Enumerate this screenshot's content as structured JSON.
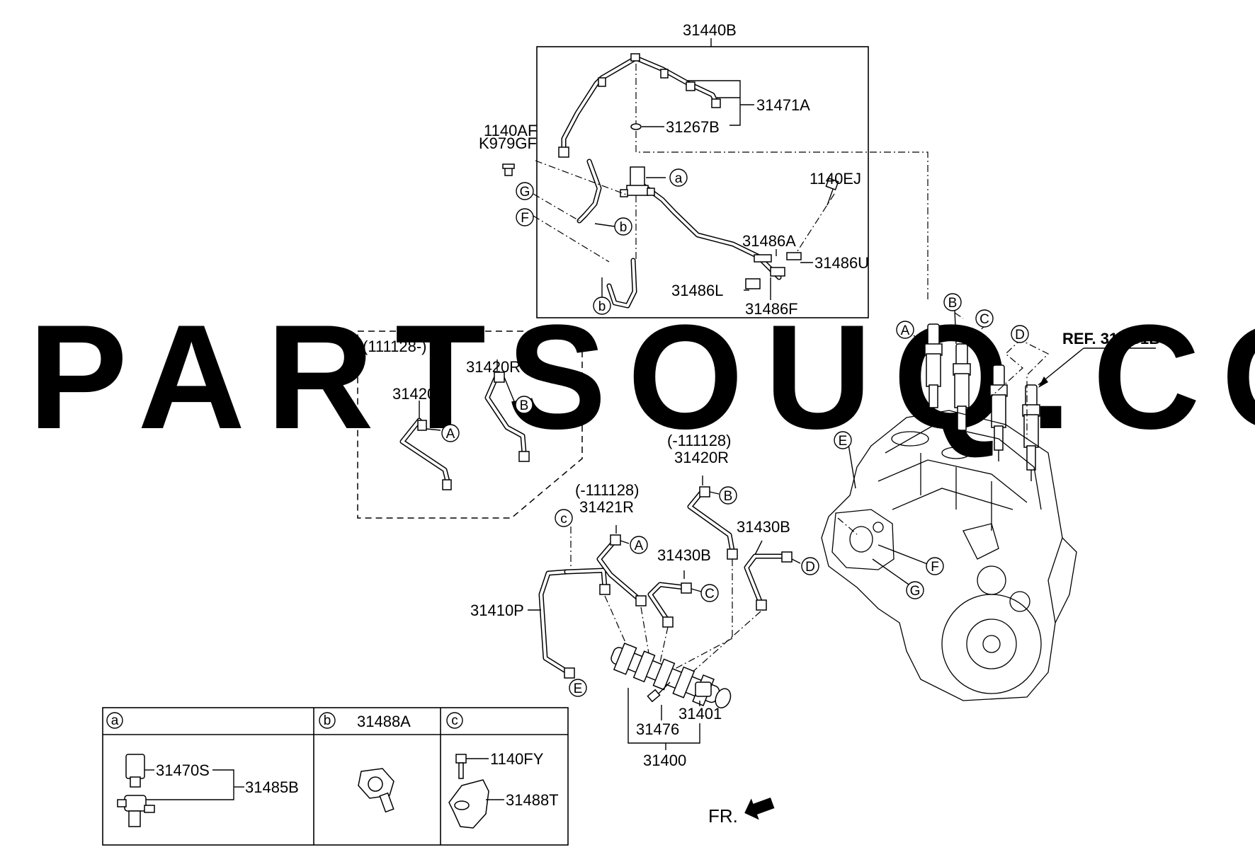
{
  "watermark": "PARTSOUQ.COM",
  "labels": {
    "l_31440B": "31440B",
    "l_31471A": "31471A",
    "l_31267B": "31267B",
    "l_1140AF": "1140AF",
    "l_K979GF": "K979GF",
    "l_1140EJ": "1140EJ",
    "l_31486A": "31486A",
    "l_31486U": "31486U",
    "l_31486L": "31486L",
    "l_31486F": "31486F",
    "l_111128a": "(111128-)",
    "l_31420R_1": "31420R",
    "l_31420R_2": "31420R",
    "l_111128b": "(-111128)",
    "l_31420R_3": "31420R",
    "l_111128c": "(-111128)",
    "l_31421R": "31421R",
    "l_31430B_1": "31430B",
    "l_31430B_2": "31430B",
    "l_31410P": "31410P",
    "l_31476": "31476",
    "l_31401": "31401",
    "l_31400": "31400",
    "l_REF": "REF. 31-351B",
    "l_FR": "FR.",
    "l_31488A": "31488A",
    "l_31470S": "31470S",
    "l_31485B": "31485B",
    "l_1140FY": "1140FY",
    "l_31488T": "31488T"
  },
  "callouts": {
    "c_a_top": "a",
    "c_b_top": "b",
    "c_b_low": "b",
    "c_G_top": "G",
    "c_F_top": "F",
    "c_A_inj": "A",
    "c_B_inj": "B",
    "c_C_inj": "C",
    "c_D_inj": "D",
    "c_A_dbox": "A",
    "c_B_dbox": "B",
    "c_B_pipe": "B",
    "c_A_pipe": "A",
    "c_C_pipe": "C",
    "c_D_pipe": "D",
    "c_c_pipe": "c",
    "c_E_pipe": "E",
    "c_E_eng": "E",
    "c_F_eng": "F",
    "c_G_eng": "G",
    "c_a_leg": "a",
    "c_b_leg": "b",
    "c_c_leg": "c"
  }
}
